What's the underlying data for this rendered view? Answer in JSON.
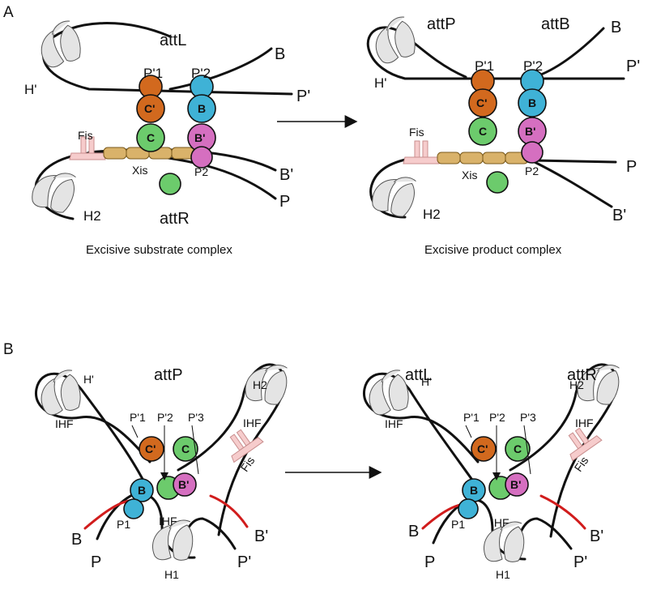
{
  "panels": {
    "A": "A",
    "B": "B"
  },
  "panelA": {
    "left": {
      "site_top": "attL",
      "site_bottom": "attR",
      "arm_H": "H'",
      "arm_H2": "H2",
      "end_B": "B",
      "end_P_prime": "P'",
      "end_B_prime": "B'",
      "end_P": "P",
      "pos_P1": "P'1",
      "pos_P2_prime": "P'2",
      "pos_P2": "P2",
      "fis": "Fis",
      "xis": "Xis",
      "caption": "Excisive substrate complex"
    },
    "right": {
      "site_left": "attP",
      "site_right": "attB",
      "arm_H": "H'",
      "arm_H2": "H2",
      "end_B": "B",
      "end_P_prime": "P'",
      "end_P": "P",
      "end_B_prime": "B'",
      "pos_P1": "P'1",
      "pos_P2_prime": "P'2",
      "pos_P2": "P2",
      "fis": "Fis",
      "xis": "Xis",
      "caption": "Excisive product complex"
    }
  },
  "panelB": {
    "left": {
      "site": "attP",
      "arm_H": "H'",
      "arm_H2": "H2",
      "arm_H1": "H1",
      "ihf": "IHF",
      "fis": "Fis",
      "pos_P1p": "P'1",
      "pos_P2p": "P'2",
      "pos_P3p": "P'3",
      "pos_P1": "P1",
      "end_B": "B",
      "end_B_prime": "B'",
      "end_P": "P",
      "end_P_prime": "P'"
    },
    "right": {
      "site_left": "attL",
      "site_right": "attR",
      "arm_H": "H'",
      "arm_H2": "H2",
      "arm_H1": "H1",
      "ihf": "IHF",
      "fis": "Fis",
      "pos_P1p": "P'1",
      "pos_P2p": "P'2",
      "pos_P3p": "P'3",
      "pos_P1": "P1",
      "end_B": "B",
      "end_B_prime": "B'",
      "end_P": "P",
      "end_P_prime": "P'"
    }
  },
  "proteins": {
    "C_prime": {
      "label": "C'",
      "color": "#d2691e"
    },
    "B": {
      "label": "B",
      "color": "#3fb2d6"
    },
    "C": {
      "label": "C",
      "color": "#6ccb6c"
    },
    "B_prime": {
      "label": "B'",
      "color": "#d56fc0"
    }
  },
  "colors": {
    "ihf": "#e4e4e4",
    "fis": "#f6cccc",
    "xis": "#d9b26a",
    "dna": "#111111",
    "core_dna": "#d11c1c"
  }
}
